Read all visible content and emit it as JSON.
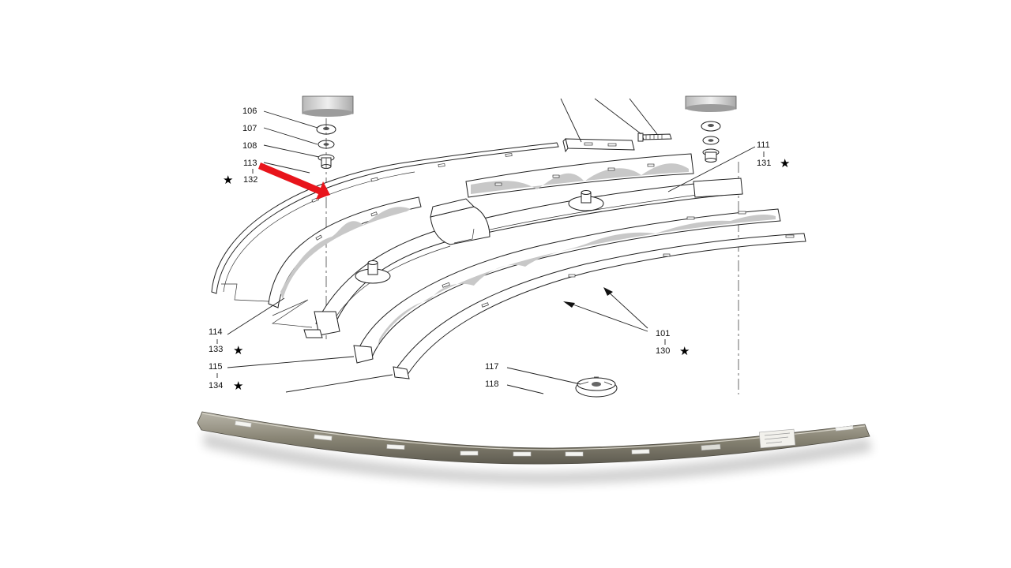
{
  "diagram": {
    "callouts": [
      {
        "id": "106",
        "text": "106"
      },
      {
        "id": "107",
        "text": "107"
      },
      {
        "id": "108",
        "text": "108"
      },
      {
        "id": "113",
        "text": "113"
      },
      {
        "id": "132",
        "text": "132"
      },
      {
        "id": "111",
        "text": "111"
      },
      {
        "id": "131",
        "text": "131"
      },
      {
        "id": "114",
        "text": "114"
      },
      {
        "id": "133",
        "text": "133"
      },
      {
        "id": "115",
        "text": "115"
      },
      {
        "id": "134",
        "text": "134"
      },
      {
        "id": "117",
        "text": "117"
      },
      {
        "id": "118",
        "text": "118"
      },
      {
        "id": "101",
        "text": "101"
      },
      {
        "id": "130",
        "text": "130"
      }
    ],
    "star_glyph": "★",
    "pointer_color": "#e8141b",
    "photo_part_color": "#8a8676",
    "hatch_color": "#c8c8c8"
  }
}
